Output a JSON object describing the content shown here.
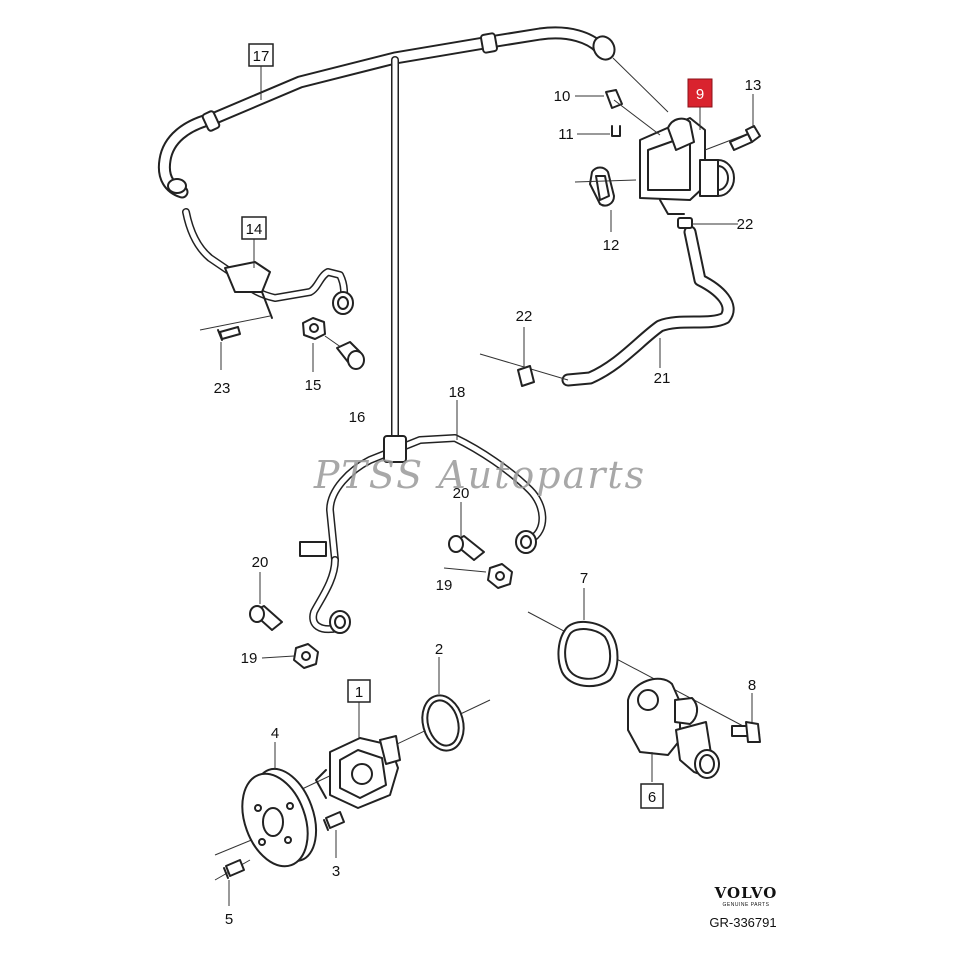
{
  "diagram": {
    "callouts": [
      {
        "id": "c1",
        "label": "1",
        "style": "boxed"
      },
      {
        "id": "c2",
        "label": "2"
      },
      {
        "id": "c3",
        "label": "3"
      },
      {
        "id": "c4",
        "label": "4"
      },
      {
        "id": "c5",
        "label": "5"
      },
      {
        "id": "c6",
        "label": "6",
        "style": "boxed"
      },
      {
        "id": "c7",
        "label": "7"
      },
      {
        "id": "c8",
        "label": "8"
      },
      {
        "id": "c9",
        "label": "9",
        "style": "highlighted"
      },
      {
        "id": "c10",
        "label": "10"
      },
      {
        "id": "c11",
        "label": "11"
      },
      {
        "id": "c12",
        "label": "12"
      },
      {
        "id": "c13",
        "label": "13"
      },
      {
        "id": "c14",
        "label": "14",
        "style": "boxed"
      },
      {
        "id": "c15",
        "label": "15"
      },
      {
        "id": "c16",
        "label": "16"
      },
      {
        "id": "c17",
        "label": "17",
        "style": "boxed"
      },
      {
        "id": "c18",
        "label": "18"
      },
      {
        "id": "c19a",
        "label": "19"
      },
      {
        "id": "c19b",
        "label": "19"
      },
      {
        "id": "c20a",
        "label": "20"
      },
      {
        "id": "c20b",
        "label": "20"
      },
      {
        "id": "c21",
        "label": "21"
      },
      {
        "id": "c22a",
        "label": "22"
      },
      {
        "id": "c22b",
        "label": "22"
      },
      {
        "id": "c23",
        "label": "23"
      }
    ],
    "watermark": "PTSS Autoparts",
    "brand": "VOLVO",
    "brand_sub": "GENUINE PARTS",
    "drawing_code": "GR-336791",
    "colors": {
      "highlight": "#d9232e",
      "line": "#222222",
      "watermark": "#9a9a9a"
    }
  }
}
